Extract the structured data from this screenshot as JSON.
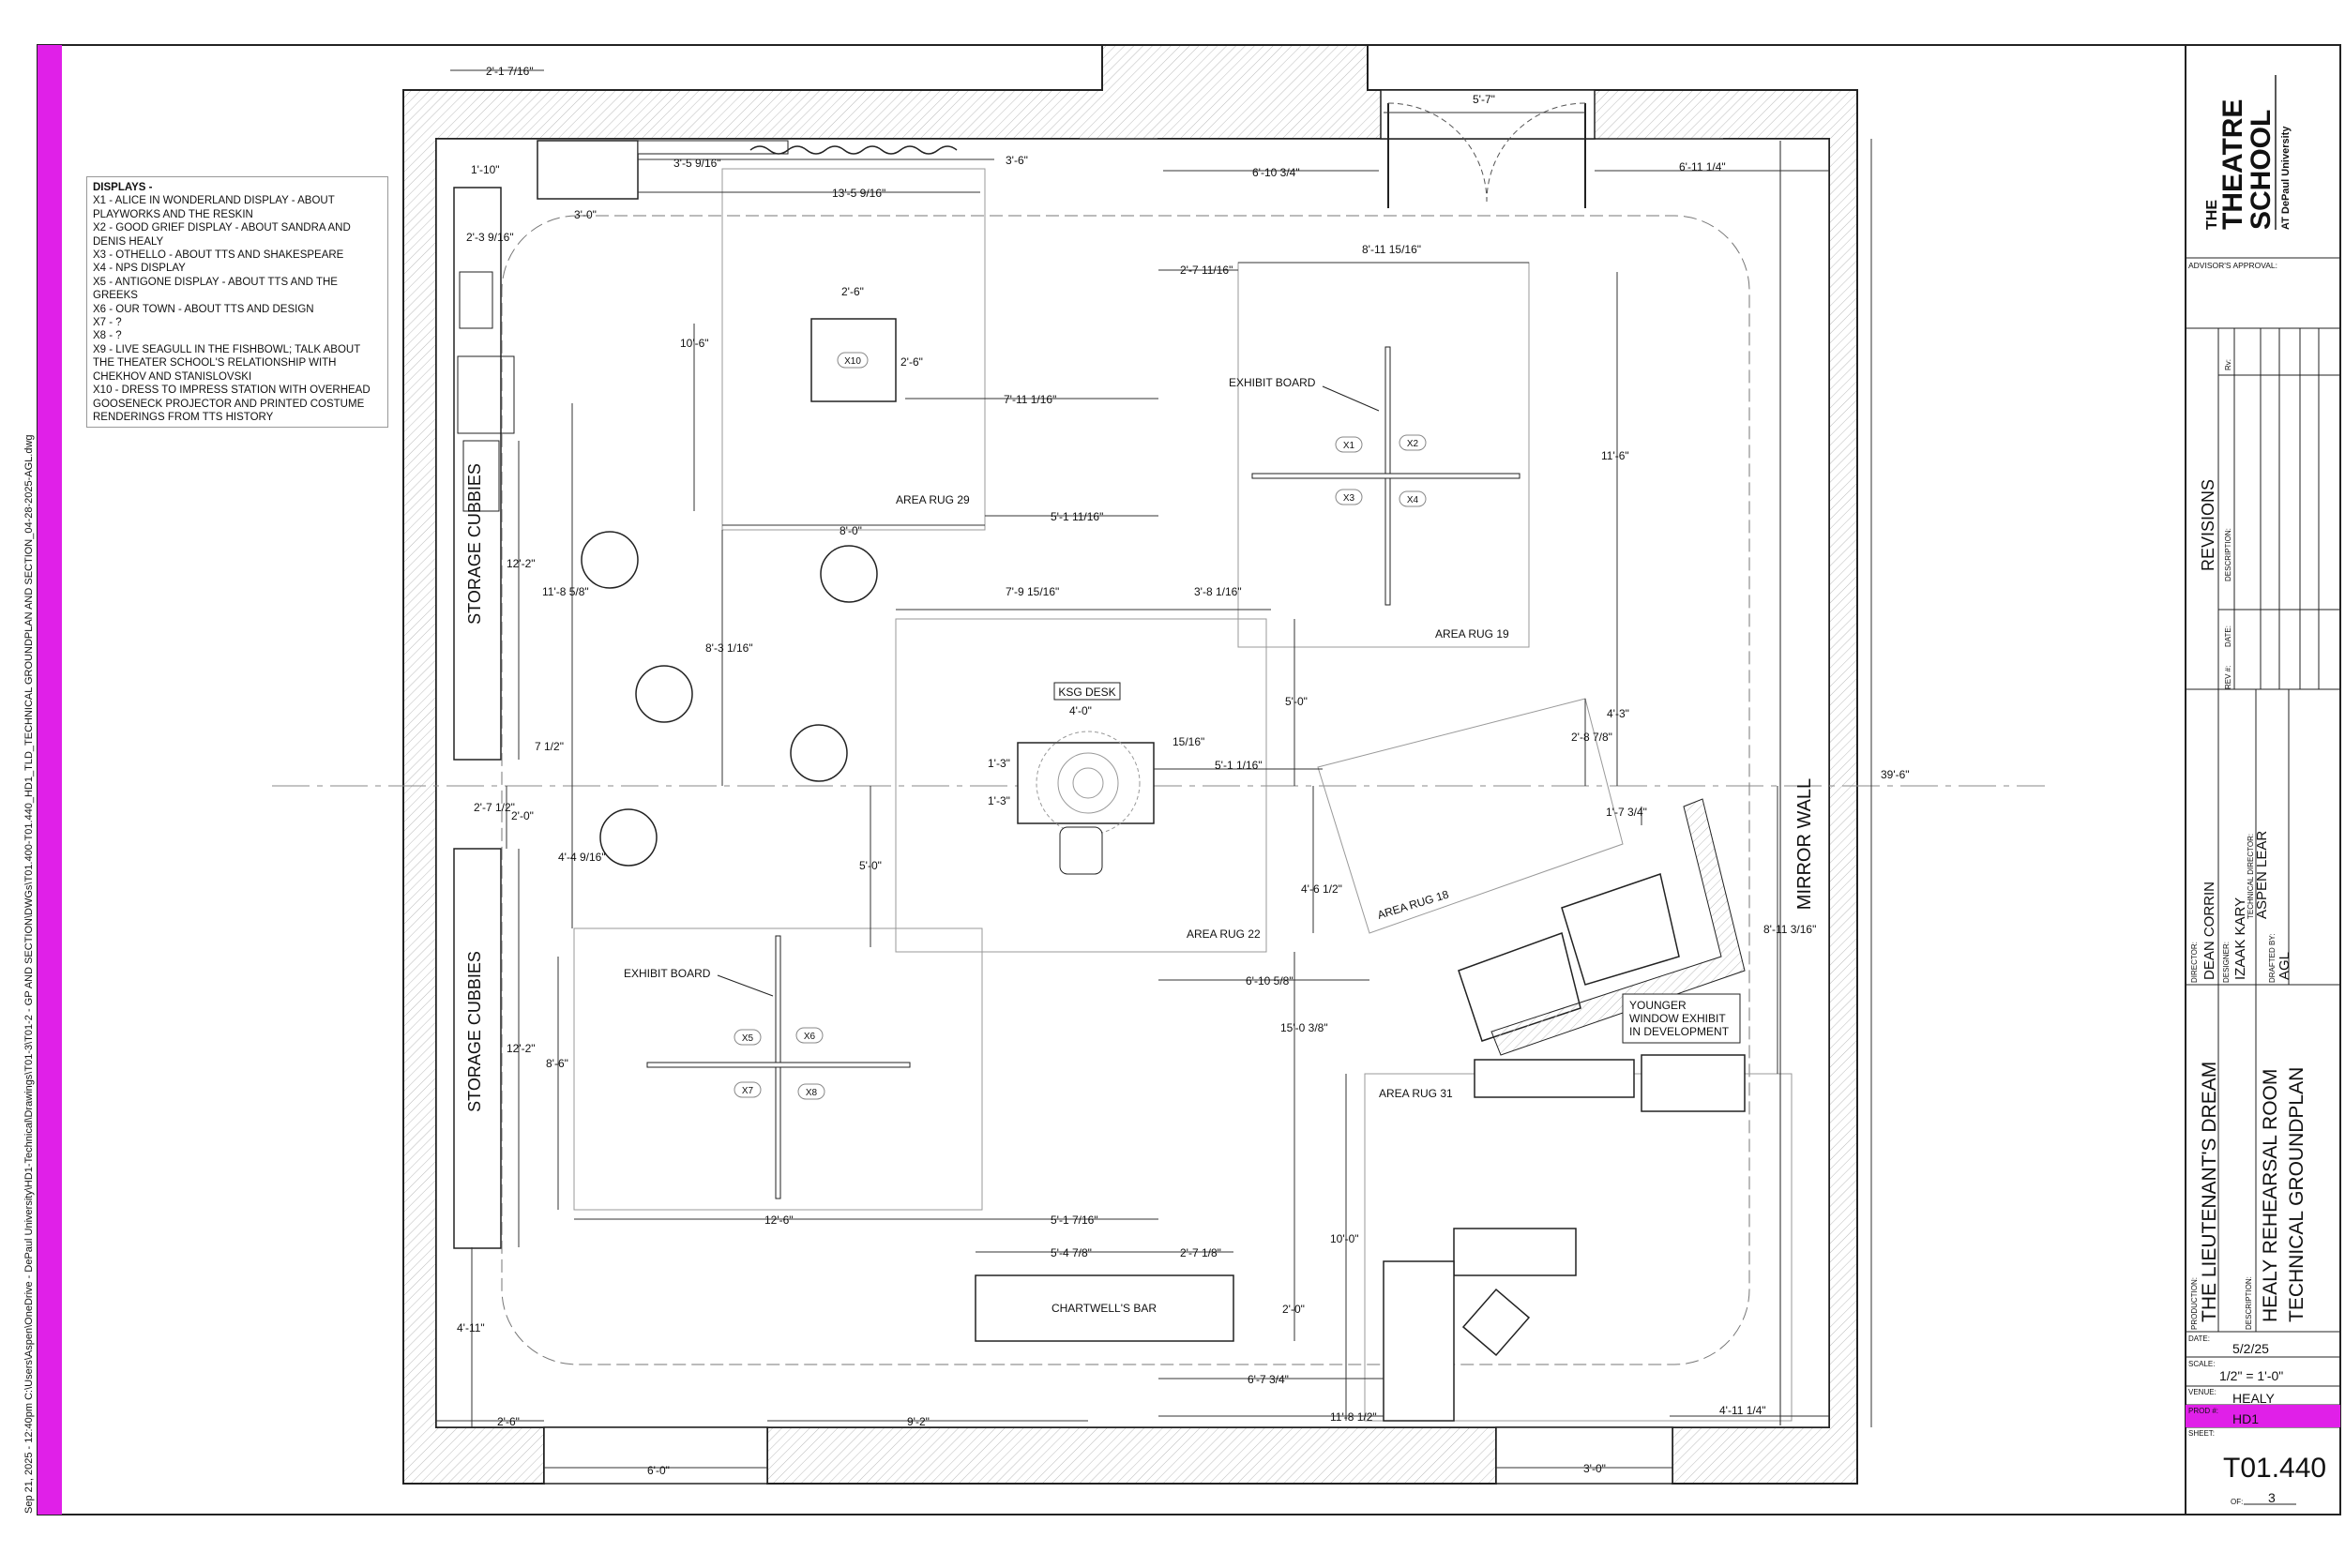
{
  "file_path_stamp": "Sep 21, 2025 - 12:40pm C:\\Users\\Aspen\\OneDrive - DePaul University\\HD1-Technical\\Drawings\\T01-3\\T01-2 - GP AND SECTION\\DWGs\\T01.400-T01.440_HD1_TLD_TECHNICAL GROUNDPLAN AND SECTION_04-28-2025-AGL.dwg",
  "accent_color": "#e020e8",
  "displays": {
    "heading": "DISPLAYS -",
    "items": [
      "X1 - ALICE IN WONDERLAND DISPLAY - ABOUT PLAYWORKS AND THE RESKIN",
      "X2 - GOOD GRIEF DISPLAY - ABOUT SANDRA AND DENIS HEALY",
      "X3 - OTHELLO - ABOUT TTS AND SHAKESPEARE",
      "X4 - NPS DISPLAY",
      "X5 - ANTIGONE DISPLAY - ABOUT TTS AND THE GREEKS",
      "X6 - OUR TOWN - ABOUT TTS AND DESIGN",
      "X7 - ?",
      "X8 - ?",
      "X9 - LIVE SEAGULL IN THE FISHBOWL; TALK ABOUT THE THEATER SCHOOL'S RELATIONSHIP WITH CHEKHOV AND STANISLOVSKI",
      "X10 - DRESS TO IMPRESS STATION WITH OVERHEAD GOOSENECK PROJECTOR AND PRINTED COSTUME RENDERINGS FROM TTS HISTORY"
    ]
  },
  "plan": {
    "labels": {
      "storage_top": "STORAGE CUBBIES",
      "storage_bottom": "STORAGE CUBBIES",
      "mirror_wall": "MIRROR WALL",
      "exhibit_board_1": "EXHIBIT BOARD",
      "exhibit_board_2": "EXHIBIT BOARD",
      "area_rug_29": "AREA RUG 29",
      "area_rug_19": "AREA RUG 19",
      "area_rug_22": "AREA RUG 22",
      "area_rug_18": "AREA RUG 18",
      "area_rug_31": "AREA RUG 31",
      "ksg_desk": "KSG DESK",
      "chartwells_bar": "CHARTWELL'S BAR",
      "younger_1": "YOUNGER",
      "younger_2": "WINDOW EXHIBIT",
      "younger_3": "IN DEVELOPMENT"
    },
    "markers": [
      "X1",
      "X2",
      "X3",
      "X4",
      "X5",
      "X6",
      "X7",
      "X8",
      "X10"
    ],
    "dims": {
      "d_2_1_7_16": "2'-1 7/16\"",
      "d_1_10": "1'-10\"",
      "d_3_0a": "3'-0\"",
      "d_3_5": "3'-5 9/16\"",
      "d_3_6": "3'-6\"",
      "d_13_5": "13'-5 9/16\"",
      "d_5_7": "5'-7\"",
      "d_6_10": "6'-10 3/4\"",
      "d_6_11": "6'-11 1/4\"",
      "d_2_3": "2'-3 9/16\"",
      "d_2_6a": "2'-6\"",
      "d_2_6b": "2'-6\"",
      "d_10_6": "10'-6\"",
      "d_7_11": "7'-11 1/16\"",
      "d_8_11": "8'-11 15/16\"",
      "d_2_7_11": "2'-7 11/16\"",
      "d_11_6": "11'-6\"",
      "d_5_1_11": "5'-1 11/16\"",
      "d_8_0": "8'-0\"",
      "d_12_2a": "12'-2\"",
      "d_11_8": "11'-8 5/8\"",
      "d_7_9": "7'-9 15/16\"",
      "d_3_8": "3'-8 1/16\"",
      "d_8_3": "8'-3 1/16\"",
      "d_5_0a": "5'-0\"",
      "d_4_3": "4'-3\"",
      "d_4_0": "4'-0\"",
      "d_15_16": "15/16\"",
      "d_2_8": "2'-8 7/8\"",
      "d_7_half": "7 1/2\"",
      "d_1_3a": "1'-3\"",
      "d_1_3b": "1'-3\"",
      "d_5_1_1": "5'-1 1/16\"",
      "d_2_7_half": "2'-7 1/2\"",
      "d_2_0a": "2'-0\"",
      "d_1_7": "1'-7 3/4\"",
      "d_39_6": "39'-6\"",
      "d_4_4": "4'-4 9/16\"",
      "d_5_0b": "5'-0\"",
      "d_4_6": "4'-6 1/2\"",
      "d_6_10_5": "6'-10 5/8\"",
      "d_8_11_3": "8'-11 3/16\"",
      "d_15_0": "15'-0 3/8\"",
      "d_12_2b": "12'-2\"",
      "d_8_6": "8'-6\"",
      "d_12_6": "12'-6\"",
      "d_5_1_7": "5'-1 7/16\"",
      "d_5_4": "5'-4 7/8\"",
      "d_2_7_1": "2'-7 1/8\"",
      "d_10_0": "10'-0\"",
      "d_2_0b": "2'-0\"",
      "d_4_11a": "4'-11\"",
      "d_6_7": "6'-7 3/4\"",
      "d_11_8_half": "11'-8 1/2\"",
      "d_4_11b": "4'-11 1/4\"",
      "d_2_6c": "2'-6\"",
      "d_9_2": "9'-2\"",
      "d_6_0": "6'-0\"",
      "d_3_0b": "3'-0\""
    }
  },
  "title_block": {
    "logo_the": "THE",
    "logo_theatre": "THEATRE",
    "logo_school": "SCHOOL",
    "logo_depaul": "AT DePaul University",
    "advisor_label": "ADVISOR'S APPROVAL:",
    "revisions_label": "REVISIONS",
    "rev_col": "REV #:",
    "date_col": "DATE:",
    "desc_col": "DESCRIPTION:",
    "rv": "Rv:",
    "director_label": "DIRECTOR:",
    "director": "DEAN CORRIN",
    "designer_label": "DESIGNER:",
    "designer": "IZAAK KARY",
    "td_label": "TECHNICAL DIRECTOR:",
    "td": "ASPEN LEAR",
    "drafted_label": "DRAFTED BY:",
    "drafted": "AGL",
    "production_label": "PRODUCTION:",
    "production": "THE LIEUTENANT'S DREAM",
    "description_label": "DESCRIPTION:",
    "description_1": "HEALY REHEARSAL ROOM",
    "description_2": "TECHNICAL GROUNDPLAN",
    "date_label": "DATE:",
    "date": "5/2/25",
    "scale_label": "SCALE:",
    "scale": "1/2\" = 1'-0\"",
    "venue_label": "VENUE:",
    "venue": "HEALY",
    "prod_label": "PROD #:",
    "prod": "HD1",
    "sheet_label": "SHEET:",
    "sheet": "T01.440",
    "of_label": "OF:",
    "of": "3"
  }
}
